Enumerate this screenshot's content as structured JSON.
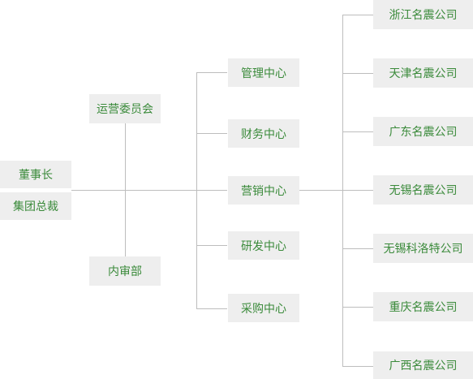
{
  "colors": {
    "box_background": "#eeeeee",
    "text": "#3a8a3a",
    "line": "#bdbdbd"
  },
  "root": {
    "title_1": "董事长",
    "title_2": "集团总裁"
  },
  "side": {
    "top": "运营委员会",
    "bottom": "内审部"
  },
  "centers": [
    {
      "label": "管理中心"
    },
    {
      "label": "财务中心"
    },
    {
      "label": "营销中心"
    },
    {
      "label": "研发中心"
    },
    {
      "label": "采购中心"
    }
  ],
  "companies": [
    {
      "label": "浙江名震公司"
    },
    {
      "label": "天津名震公司"
    },
    {
      "label": "广东名震公司"
    },
    {
      "label": "无锡名震公司"
    },
    {
      "label": "无锡科洛特公司"
    },
    {
      "label": "重庆名震公司"
    },
    {
      "label": "广西名震公司"
    }
  ]
}
